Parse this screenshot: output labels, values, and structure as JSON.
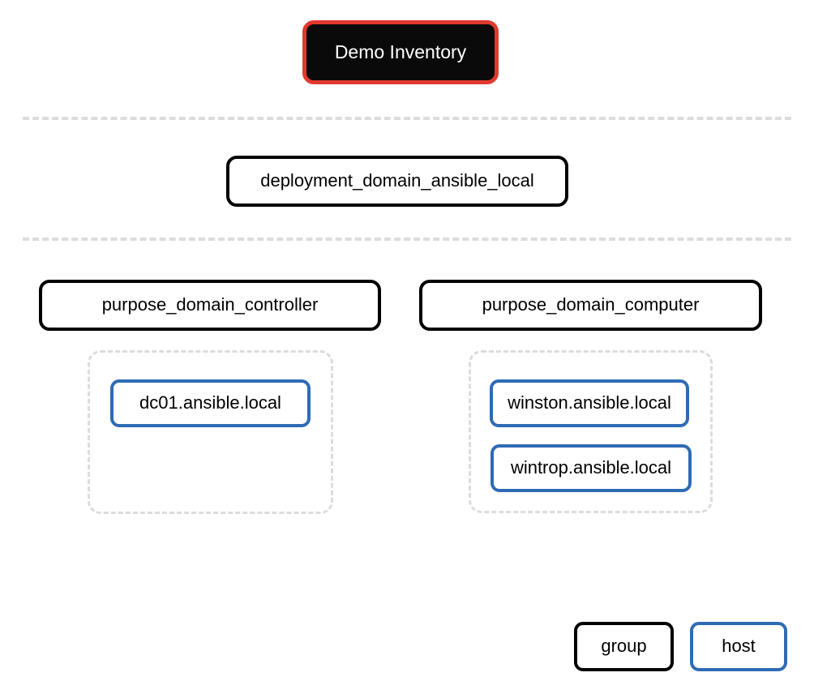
{
  "diagram": {
    "title": "Demo Inventory",
    "type": "ansible-inventory-tree",
    "background_color": "#ffffff",
    "colors": {
      "root_fill": "#0a0a0a",
      "root_border": "#e03a2f",
      "root_text": "#ffffff",
      "group_border": "#000000",
      "host_border": "#2f6bb5",
      "cluster_border": "#dcdcdc",
      "separator": "#dcdcdc",
      "text": "#000000"
    }
  },
  "root": {
    "label": "Demo Inventory"
  },
  "levels": [
    {
      "name": "deployment",
      "nodes": [
        {
          "label": "deployment_domain_ansible_local",
          "kind": "group"
        }
      ]
    },
    {
      "name": "purpose",
      "nodes": [
        {
          "label": "purpose_domain_controller",
          "kind": "group"
        },
        {
          "label": "purpose_domain_computer",
          "kind": "group"
        }
      ]
    }
  ],
  "clusters": [
    {
      "parent": "purpose_domain_controller",
      "hosts": [
        {
          "label": "dc01.ansible.local",
          "kind": "host"
        }
      ]
    },
    {
      "parent": "purpose_domain_computer",
      "hosts": [
        {
          "label": "winston.ansible.local",
          "kind": "host"
        },
        {
          "label": "wintrop.ansible.local",
          "kind": "host"
        }
      ]
    }
  ],
  "legend": {
    "items": [
      {
        "label": "group",
        "kind": "group"
      },
      {
        "label": "host",
        "kind": "host"
      }
    ]
  }
}
